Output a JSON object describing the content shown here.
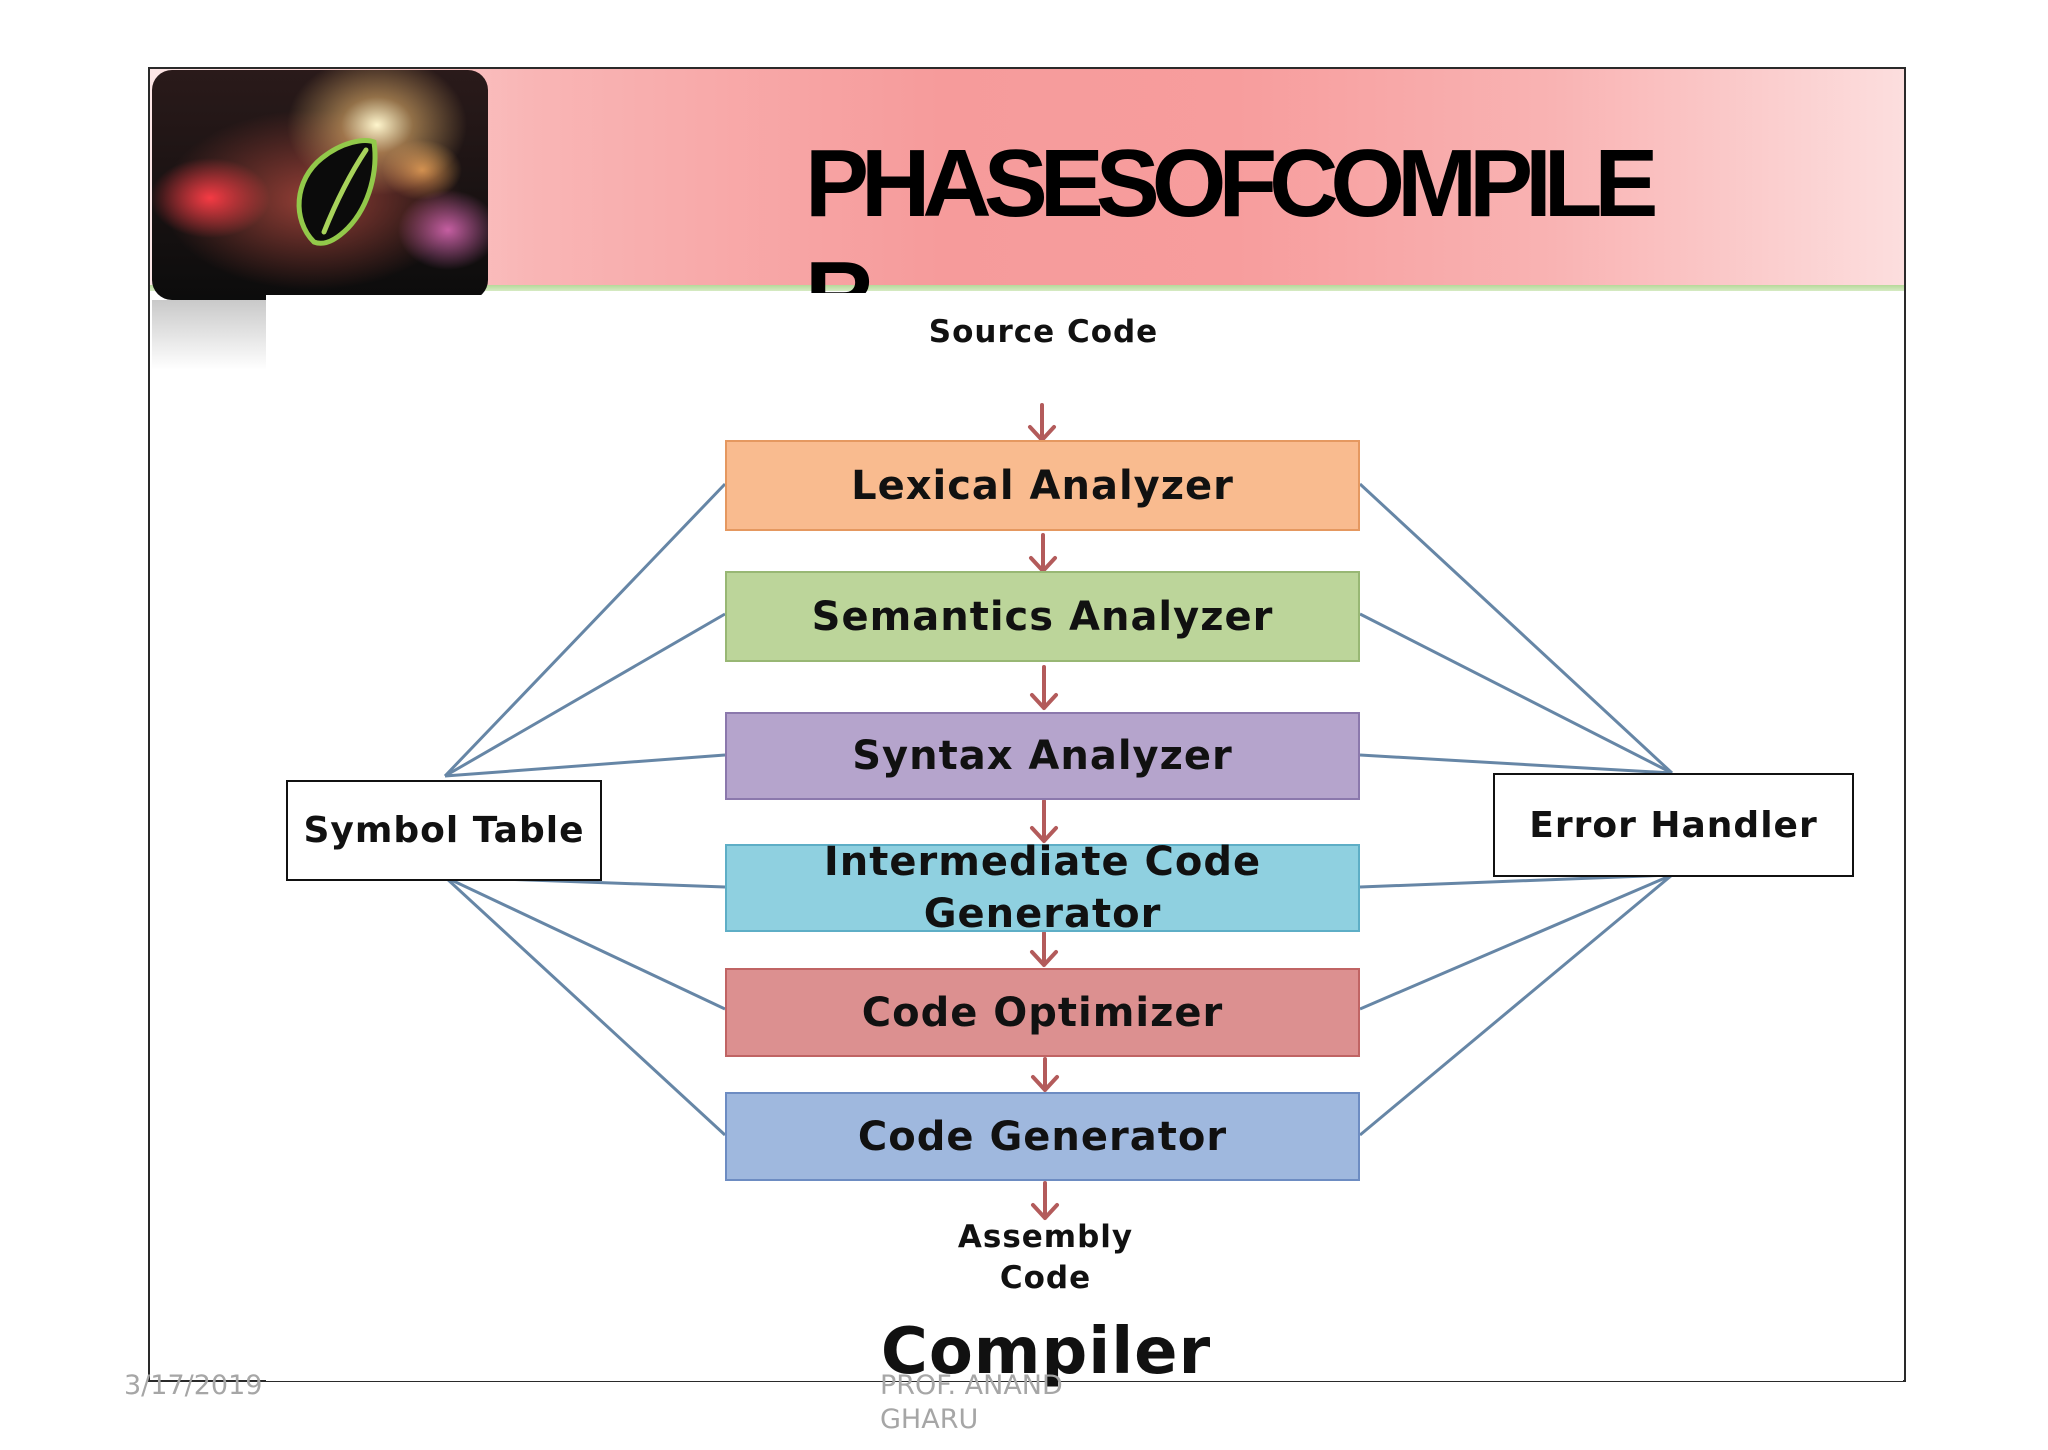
{
  "slide": {
    "title": "PHASESOFCOMPILER",
    "footer": {
      "date": "3/17/2019",
      "author": "PROF. ANAND GHARU"
    }
  },
  "diagram": {
    "input_label": "Source Code",
    "output_label": "Assembly Code",
    "caption": "Compiler",
    "phases": [
      {
        "label": "Lexical Analyzer",
        "color": "#f9bb8f",
        "border": "#e59860"
      },
      {
        "label": "Semantics Analyzer",
        "color": "#bcd59a",
        "border": "#98b774"
      },
      {
        "label": "Syntax Analyzer",
        "color": "#b5a4cc",
        "border": "#8b78ac"
      },
      {
        "label": "Intermediate Code Generator",
        "color": "#8fd0e0",
        "border": "#5eaec6"
      },
      {
        "label": "Code Optimizer",
        "color": "#dc9090",
        "border": "#c06464"
      },
      {
        "label": "Code Generator",
        "color": "#9fb8de",
        "border": "#6d8cc2"
      }
    ],
    "symbol_table": "Symbol Table",
    "error_handler": "Error Handler",
    "colors": {
      "flow_arrow": "#b35b5b",
      "connector": "#6686a6"
    }
  }
}
